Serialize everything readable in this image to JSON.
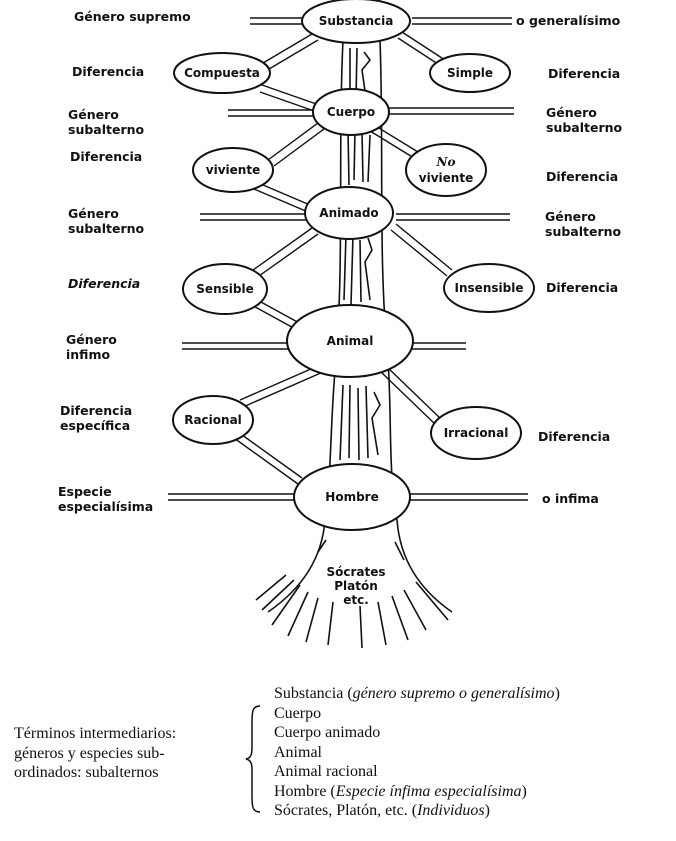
{
  "tree": {
    "root": {
      "label": "Substancia"
    },
    "diff1_left": {
      "label": "Compuesta"
    },
    "diff1_right": {
      "label": "Simple"
    },
    "genus2": {
      "label": "Cuerpo"
    },
    "diff2_left": {
      "label": "viviente"
    },
    "diff2_right": {
      "line1": "No",
      "line2": "viviente"
    },
    "genus3": {
      "label": "Animado"
    },
    "diff3_left": {
      "label": "Sensible"
    },
    "diff3_right": {
      "label": "Insensible"
    },
    "genus4": {
      "label": "Animal"
    },
    "diff4_left": {
      "label": "Racional"
    },
    "diff4_right": {
      "label": "Irracional"
    },
    "species": {
      "label": "Hombre"
    },
    "individuals": {
      "line1": "Sócrates",
      "line2": "Platón",
      "line3": "etc."
    }
  },
  "side_labels": {
    "left": {
      "genero_supremo": "Género supremo",
      "diferencia_1": "Diferencia",
      "genero_subalterno_1a": "Género",
      "genero_subalterno_1b": "subalterno",
      "diferencia_2": "Diferencia",
      "genero_subalterno_2a": "Género",
      "genero_subalterno_2b": "subalterno",
      "diferencia_3": "Diferencia",
      "genero_infimo_a": "Género",
      "genero_infimo_b": "infimo",
      "diferencia_especifica_a": "Diferencia",
      "diferencia_especifica_b": "específica",
      "especie_a": "Especie",
      "especie_b": "especialísima"
    },
    "right": {
      "generalisimo": "o generalísimo",
      "diferencia_1": "Diferencia",
      "genero_subalterno_1a": "Género",
      "genero_subalterno_1b": "subalterno",
      "diferencia_2": "Diferencia",
      "genero_subalterno_2a": "Género",
      "genero_subalterno_2b": "subalterno",
      "diferencia_3": "Diferencia",
      "diferencia_4": "Diferencia",
      "infima": "o infima"
    }
  },
  "footer": {
    "left_lines": [
      "Términos intermediarios:",
      "géneros y especies sub-",
      "ordinados: subalternos"
    ],
    "line1_a": "Substancia (",
    "line1_i": "género supremo o generalísimo",
    "line1_b": ")",
    "line2": "Cuerpo",
    "line3": "Cuerpo animado",
    "line4": "Animal",
    "line5": "Animal racional",
    "line6_a": "Hombre (",
    "line6_i": "Especie ínfima especialísima",
    "line6_b": ")",
    "line7_a": "Sócrates, Platón, etc. (",
    "line7_i": "Individuos",
    "line7_b": ")"
  }
}
